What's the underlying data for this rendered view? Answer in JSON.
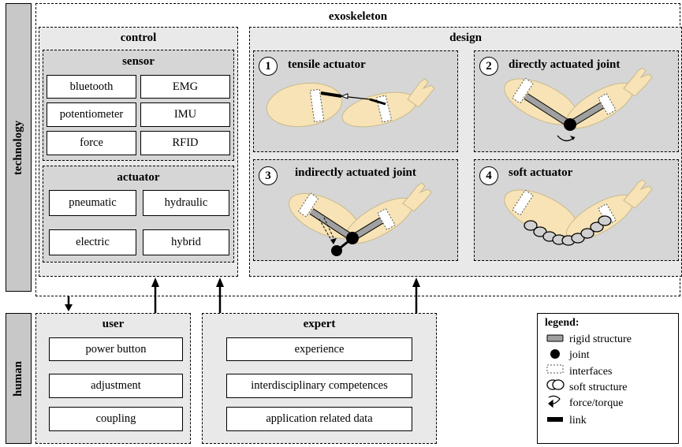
{
  "sidebar": {
    "technology": "technology",
    "human": "human"
  },
  "exoskeleton": {
    "title": "exoskeleton",
    "control": {
      "title": "control",
      "sensor": {
        "title": "sensor",
        "items": [
          "bluetooth",
          "EMG",
          "potentiometer",
          "IMU",
          "force",
          "RFID"
        ]
      },
      "actuator": {
        "title": "actuator",
        "items": [
          "pneumatic",
          "hydraulic",
          "electric",
          "hybrid"
        ]
      }
    },
    "design": {
      "title": "design",
      "panels": [
        {
          "number": "1",
          "title": "tensile actuator"
        },
        {
          "number": "2",
          "title": "directly actuated joint"
        },
        {
          "number": "3",
          "title": "indirectly actuated joint"
        },
        {
          "number": "4",
          "title": "soft actuator"
        }
      ]
    }
  },
  "user": {
    "title": "user",
    "items": [
      "power button",
      "adjustment",
      "coupling"
    ]
  },
  "expert": {
    "title": "expert",
    "items": [
      "experience",
      "interdisciplinary competences",
      "application related data"
    ]
  },
  "legend": {
    "title": "legend:",
    "items": [
      {
        "icon": "rigid-structure-icon",
        "label": "rigid structure"
      },
      {
        "icon": "joint-icon",
        "label": "joint"
      },
      {
        "icon": "interfaces-icon",
        "label": "interfaces"
      },
      {
        "icon": "soft-structure-icon",
        "label": "soft structure"
      },
      {
        "icon": "force-torque-icon",
        "label": "force/torque"
      },
      {
        "icon": "link-icon",
        "label": "link"
      }
    ]
  },
  "colors": {
    "sidebar": "#c8c8c8",
    "panel": "#d6d6d6",
    "container": "#e9e9e9",
    "arm": "#f7e3b5",
    "rigid": "#a0a0a0"
  }
}
